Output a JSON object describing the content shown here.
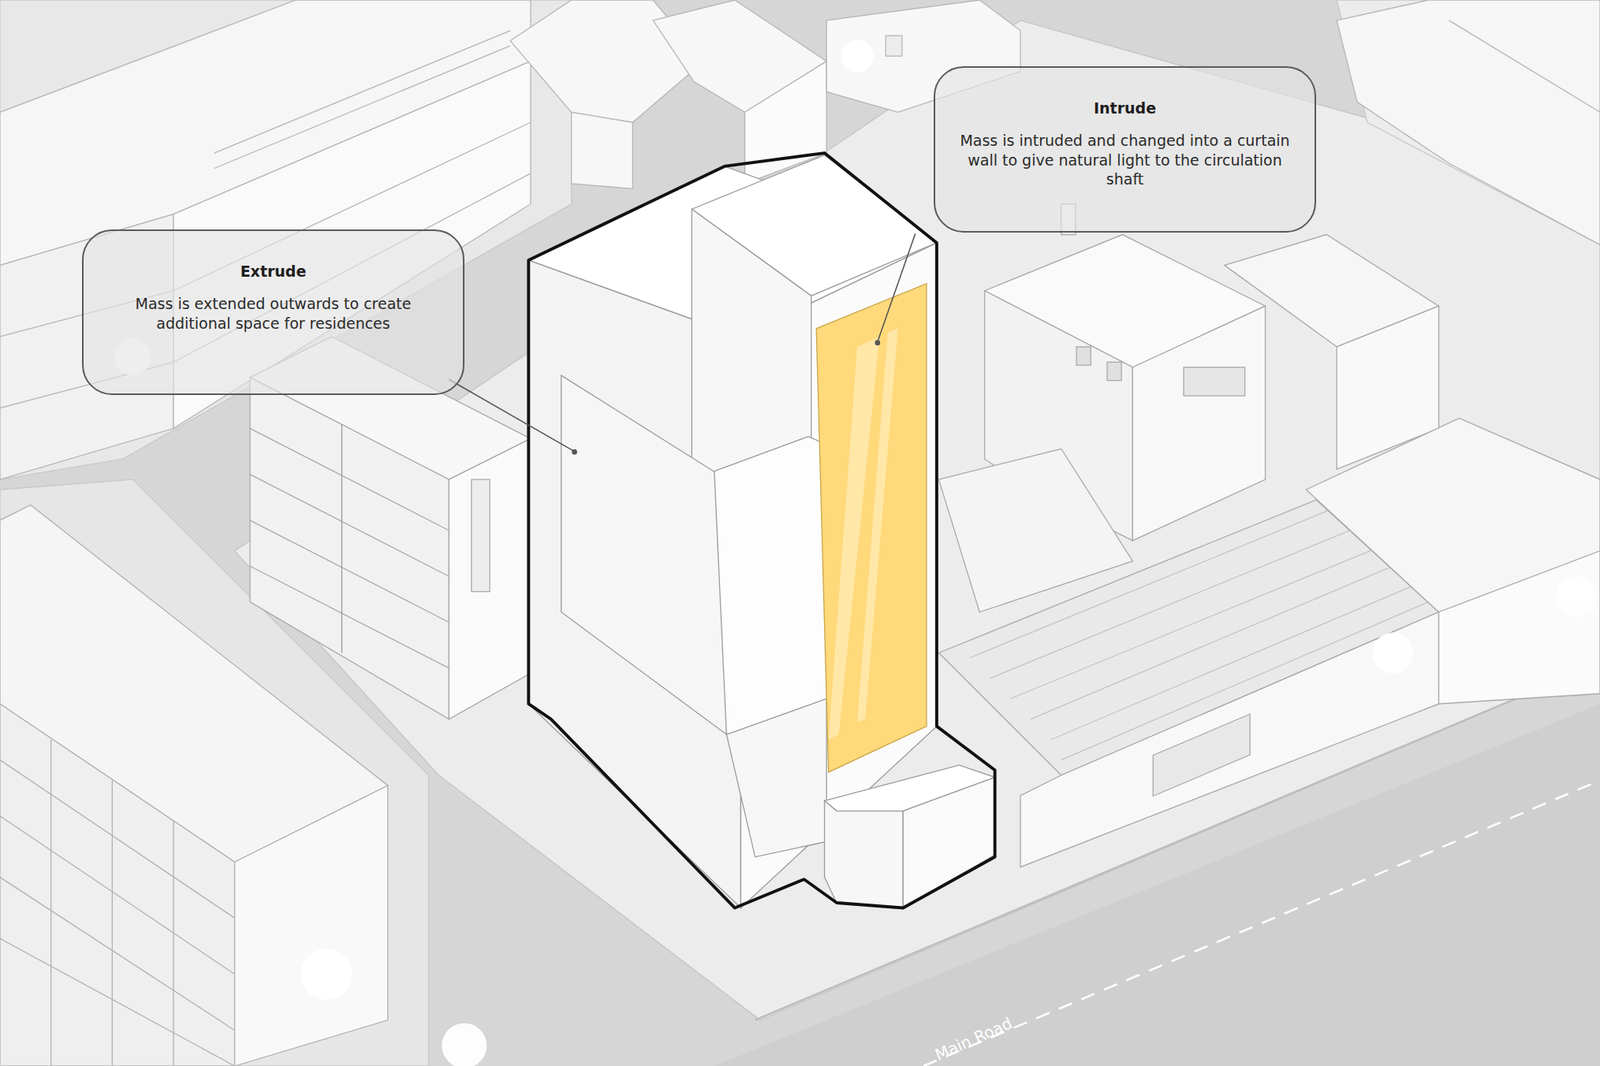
{
  "diagram": {
    "nodes": [
      {
        "text": [
          "Intrude",
          "Mass is intruded and changed into a curtain wall to give natural light to the circulation shaft"
        ]
      },
      {
        "text": [
          "Extrude",
          "Mass is extended outwards to create additional space for residences"
        ]
      }
    ],
    "labels": [
      "Main Road"
    ]
  }
}
